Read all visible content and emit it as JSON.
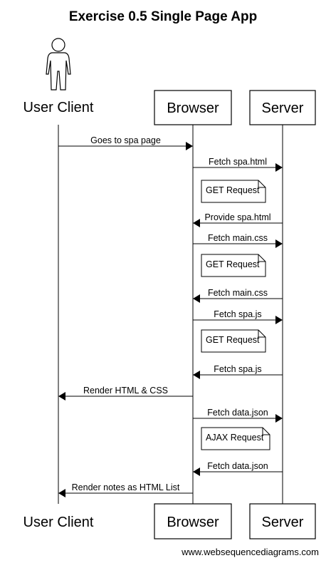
{
  "title": "Exercise 0.5 Single Page App",
  "participants": [
    {
      "id": "user",
      "label": "User Client",
      "kind": "actor"
    },
    {
      "id": "browser",
      "label": "Browser",
      "kind": "box"
    },
    {
      "id": "server",
      "label": "Server",
      "kind": "box"
    }
  ],
  "events": [
    {
      "type": "message",
      "from": "user",
      "to": "browser",
      "label": "Goes to spa page"
    },
    {
      "type": "message",
      "from": "browser",
      "to": "server",
      "label": "Fetch spa.html"
    },
    {
      "type": "note",
      "over": "browser",
      "label": "GET Request"
    },
    {
      "type": "message",
      "from": "server",
      "to": "browser",
      "label": "Provide spa.html"
    },
    {
      "type": "message",
      "from": "browser",
      "to": "server",
      "label": "Fetch main.css"
    },
    {
      "type": "note",
      "over": "browser",
      "label": "GET Request"
    },
    {
      "type": "message",
      "from": "server",
      "to": "browser",
      "label": "Fetch main.css"
    },
    {
      "type": "message",
      "from": "browser",
      "to": "server",
      "label": "Fetch spa.js"
    },
    {
      "type": "note",
      "over": "browser",
      "label": "GET Request"
    },
    {
      "type": "message",
      "from": "server",
      "to": "browser",
      "label": "Fetch spa.js"
    },
    {
      "type": "message",
      "from": "browser",
      "to": "user",
      "label": "Render HTML & CSS"
    },
    {
      "type": "message",
      "from": "browser",
      "to": "server",
      "label": "Fetch data.json"
    },
    {
      "type": "note",
      "over": "browser",
      "label": "AJAX Request"
    },
    {
      "type": "message",
      "from": "server",
      "to": "browser",
      "label": "Fetch data.json"
    },
    {
      "type": "message",
      "from": "browser",
      "to": "user",
      "label": "Render notes as HTML List"
    }
  ],
  "footer": "www.websequencediagrams.com"
}
